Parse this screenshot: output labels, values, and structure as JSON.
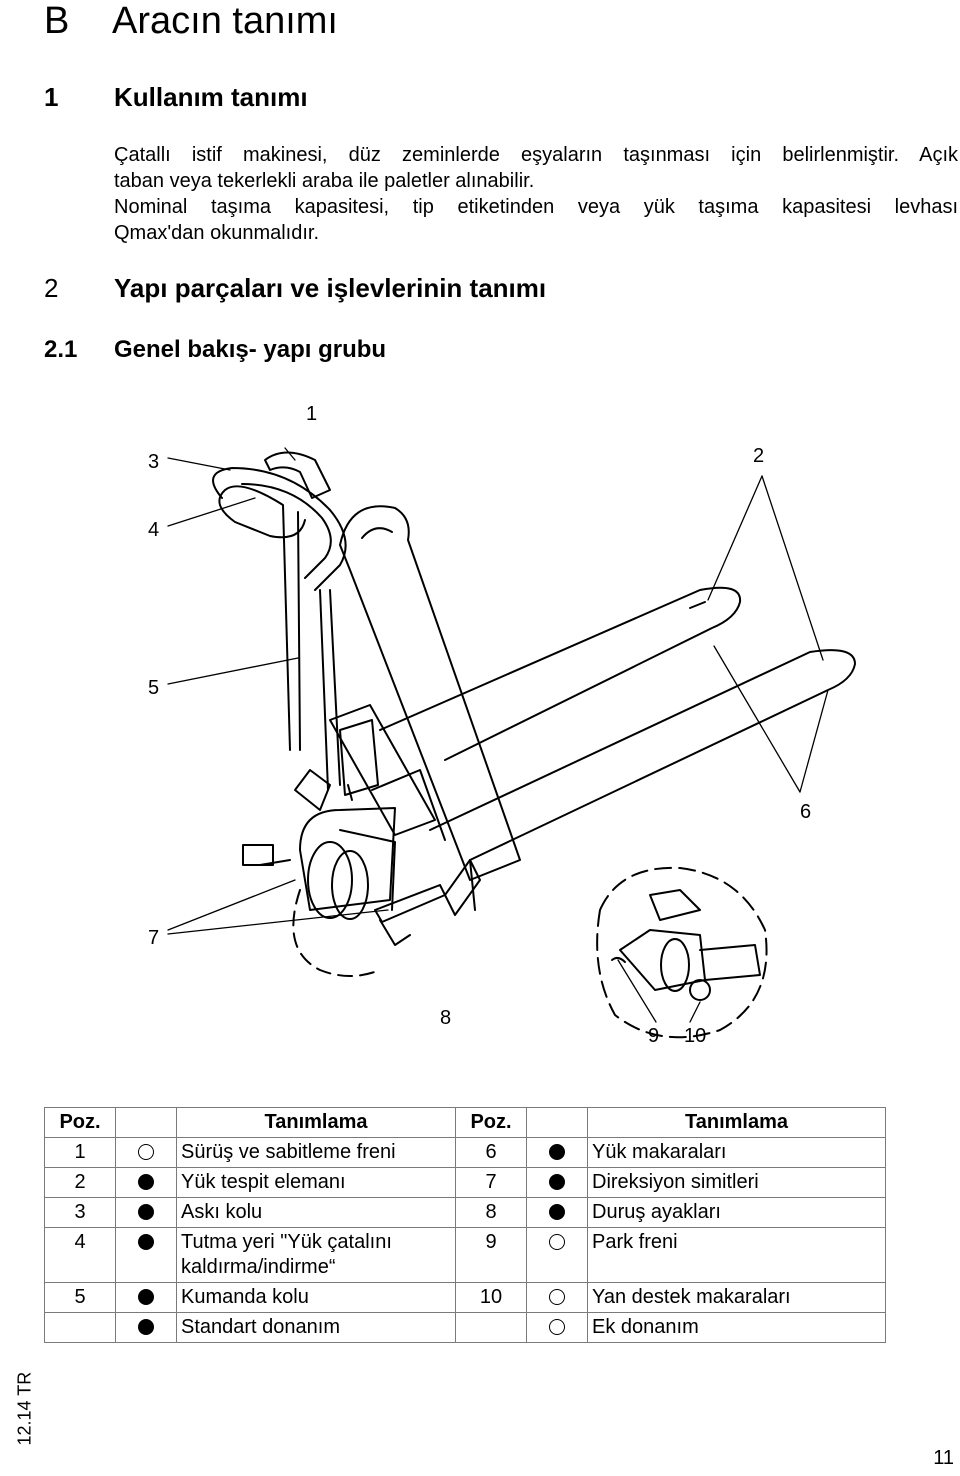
{
  "section": {
    "letter": "B",
    "title": "Aracın tanımı"
  },
  "s1": {
    "num": "1",
    "title": "Kullanım tanımı"
  },
  "para1": {
    "line1": "Çatallı istif makinesi, düz zeminlerde eşyaların taşınması için belirlenmiştir. Açık",
    "line2": "taban veya tekerlekli araba ile paletler alınabilir."
  },
  "para2": {
    "line1": "Nominal taşıma kapasitesi, tip etiketinden veya yük taşıma kapasitesi levhası",
    "line2": "Qmax'dan okunmalıdır."
  },
  "s2": {
    "num": "2",
    "title": "Yapı parçaları ve işlevlerinin tanımı"
  },
  "s21": {
    "num": "2.1",
    "title": "Genel bakış- yapı grubu"
  },
  "figure_labels": [
    "1",
    "2",
    "3",
    "4",
    "5",
    "6",
    "7",
    "8",
    "9",
    "10"
  ],
  "table": {
    "headers": [
      "Poz.",
      "Tanımlama",
      "Poz.",
      "Tanımlama"
    ],
    "rows": [
      {
        "p1": "1",
        "s1": "optional",
        "d1": "Sürüş ve sabitleme freni",
        "p2": "6",
        "s2": "standard",
        "d2": "Yük makaraları"
      },
      {
        "p1": "2",
        "s1": "standard",
        "d1": "Yük tespit elemanı",
        "p2": "7",
        "s2": "standard",
        "d2": "Direksiyon simitleri"
      },
      {
        "p1": "3",
        "s1": "standard",
        "d1": "Askı kolu",
        "p2": "8",
        "s2": "standard",
        "d2": "Duruş ayakları"
      },
      {
        "p1": "4",
        "s1": "standard",
        "d1": "Tutma yeri \"Yük çatalını kaldırma/indirme“",
        "p2": "9",
        "s2": "optional",
        "d2": "Park freni"
      },
      {
        "p1": "5",
        "s1": "standard",
        "d1": "Kumanda kolu",
        "p2": "10",
        "s2": "optional",
        "d2": "Yan destek makaraları"
      },
      {
        "p1": "",
        "s1": "standard",
        "d1": "Standart donanım",
        "p2": "",
        "s2": "optional",
        "d2": "Ek donanım"
      }
    ]
  },
  "side_note": "12.14 TR",
  "page_number": "11"
}
